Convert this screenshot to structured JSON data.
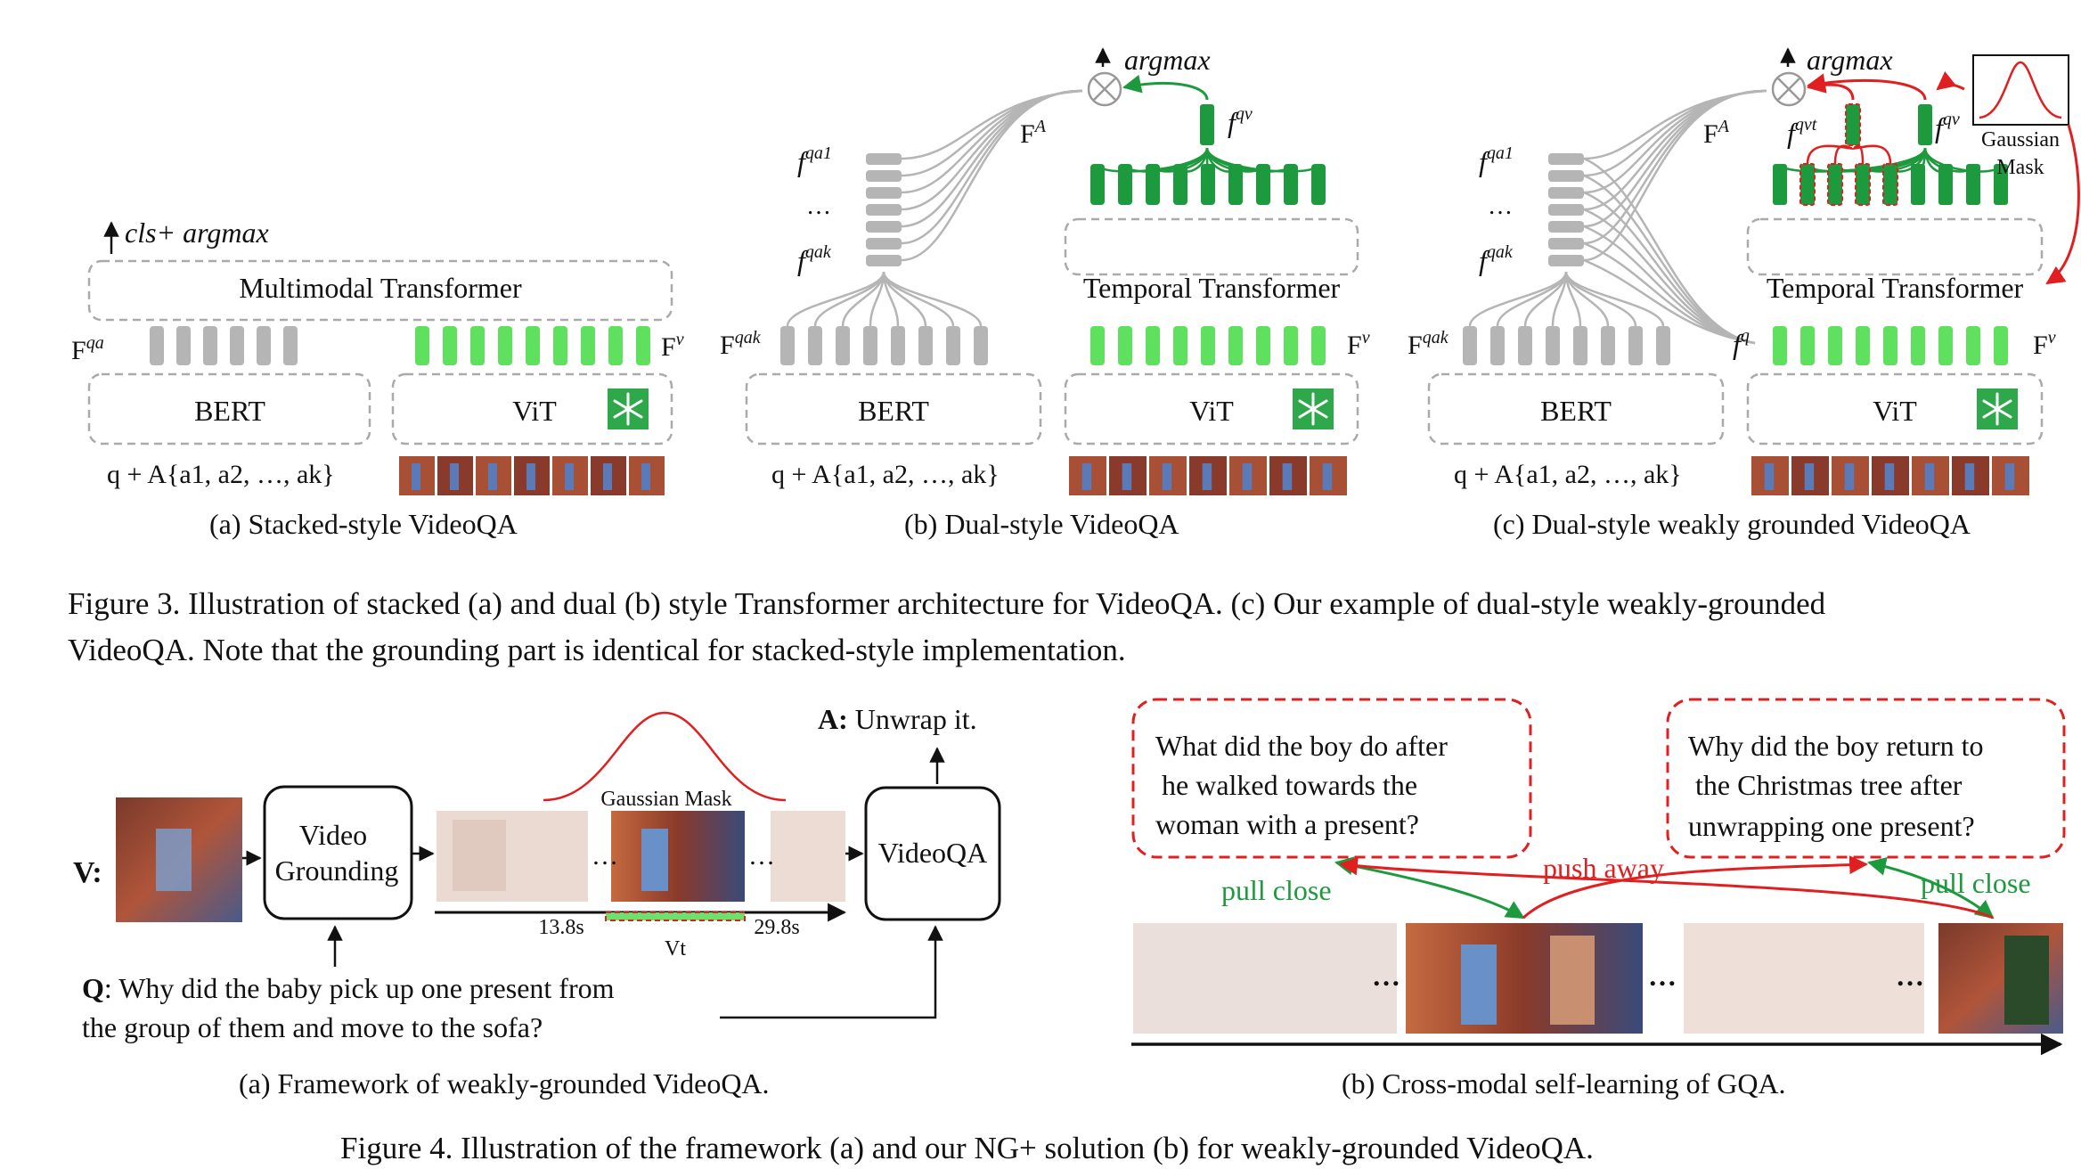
{
  "figure3": {
    "caption_line1": "Figure 3. Illustration of stacked (a) and dual (b) style Transformer architecture for VideoQA. (c) Our example of dual-style weakly-grounded",
    "caption_line2": "VideoQA. Note that the grounding part is identical for stacked-style implementation.",
    "panel_a": {
      "output": "cls+ argmax",
      "transformer": "Multimodal Transformer",
      "text_encoder": "BERT",
      "video_encoder": "ViT",
      "text_feat": "F",
      "text_feat_sup": "qa",
      "video_feat": "F",
      "video_feat_sup": "v",
      "input_text": "q + A{a1, a2, …, ak}",
      "caption": "(a) Stacked-style VideoQA"
    },
    "panel_b": {
      "output": "argmax",
      "answer_feat": "F",
      "answer_feat_sup": "A",
      "fqa1": "f",
      "fqa1_sup": "qa1",
      "dots": "…",
      "fqak": "f",
      "fqak_sup": "qak",
      "fqv": "f",
      "fqv_sup": "qv",
      "transformer": "Temporal Transformer",
      "text_encoder": "BERT",
      "video_encoder": "ViT",
      "text_feat": "F",
      "text_feat_sup": "qak",
      "video_feat": "F",
      "video_feat_sup": "v",
      "input_text": "q + A{a1, a2, …, ak}",
      "caption": "(b) Dual-style VideoQA"
    },
    "panel_c": {
      "output": "argmax",
      "answer_feat": "F",
      "answer_feat_sup": "A",
      "fqa1": "f",
      "fqa1_sup": "qa1",
      "dots": "…",
      "fqak": "f",
      "fqak_sup": "qak",
      "fqvt": "f",
      "fqvt_sup": "qvt",
      "fqv": "f",
      "fqv_sup": "qv",
      "fq": "f",
      "fq_sup": "q",
      "gaussian_line1": "Gaussian",
      "gaussian_line2": "Mask",
      "transformer": "Temporal Transformer",
      "text_encoder": "BERT",
      "video_encoder": "ViT",
      "text_feat": "F",
      "text_feat_sup": "qak",
      "video_feat": "F",
      "video_feat_sup": "v",
      "input_text": "q + A{a1, a2, …, ak}",
      "caption": "(c) Dual-style weakly grounded VideoQA"
    }
  },
  "figure4": {
    "caption": "Figure 4. Illustration of the framework (a) and our NG+ solution (b) for weakly-grounded VideoQA.",
    "panel_a": {
      "v_label": "V:",
      "grounding_line1": "Video",
      "grounding_line2": "Grounding",
      "gaussian": "Gaussian Mask",
      "dots": "…",
      "t_start": "13.8s",
      "t_end": "29.8s",
      "vt": "Vt",
      "videoqa": "VideoQA",
      "answer_prefix": "A:",
      "answer_text": "Unwrap it.",
      "q_prefix": "Q",
      "q_line1": ": Why did the baby pick up one present from",
      "q_line2": "the group of them and move to the sofa?",
      "caption": "(a) Framework of weakly-grounded VideoQA."
    },
    "panel_b": {
      "q1_line1": "What did the boy do after",
      "q1_line2": "he walked towards the",
      "q1_line3": "woman with a present?",
      "q2_line1": "Why did the boy return to",
      "q2_line2": "the Christmas tree after",
      "q2_line3": "unwrapping one present?",
      "pull_close": "pull close",
      "push_away": "push away",
      "dots": "…",
      "caption": "(b) Cross-modal self-learning of GQA."
    }
  },
  "colors": {
    "green": "#1e9a3e",
    "light_green": "#5fe05f",
    "red": "#e02020",
    "gray": "#b5b5b5",
    "dashed": "#aaaaaa"
  }
}
